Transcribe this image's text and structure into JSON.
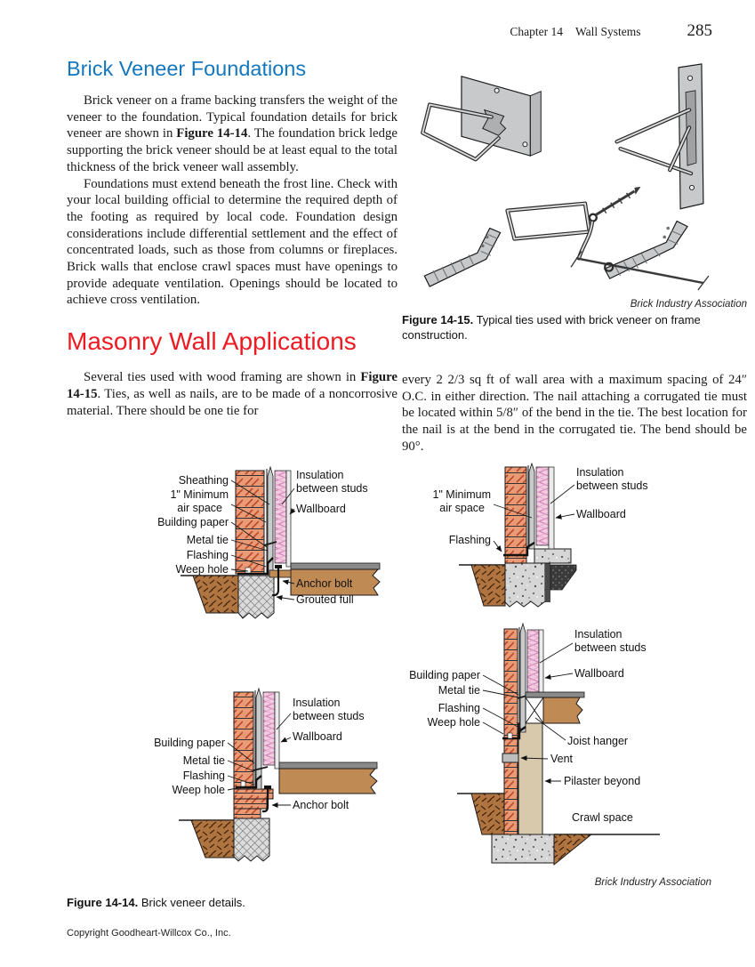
{
  "page": {
    "header": {
      "chapter": "Chapter 14",
      "section": "Wall Systems",
      "page_number": "285"
    },
    "copyright": "Copyright Goodheart-Willcox Co., Inc."
  },
  "colors": {
    "heading_blue": "#1477BE",
    "heading_red": "#EC1B23",
    "brick": "#E99B77",
    "brick_hatch": "#BE4A2A",
    "insulation_pink": "#F4CCE2",
    "insulation_line": "#D184B6",
    "wood": "#C08A55",
    "sheathing_gray": "#C9CACB",
    "concrete_gray": "#D6D6D6",
    "soil_brown": "#B07440",
    "pilaster_tan": "#D8C9AC"
  },
  "left_column": {
    "heading_blue": "Brick Veneer Foundations",
    "para1": {
      "pre": "Brick veneer on a frame backing transfers the weight of the veneer to the foundation. Typical foundation details for brick veneer are shown in ",
      "ref": "Figure 14-14",
      "post": ". The foundation brick ledge supporting the brick veneer should be at least equal to the total thickness of the brick veneer wall assembly."
    },
    "para2": "Foundations must extend beneath the frost line. Check with your local building official to determine the required depth of the footing as required by local code. Foundation design considerations include differential settlement and the effect of concentrated loads, such as those from columns or fireplaces. Brick walls that enclose crawl spaces must have openings to provide adequate ventilation. Openings should be located to achieve cross ventilation.",
    "heading_red": "Masonry Wall Applications",
    "para3": {
      "pre": "Several ties used with wood framing are shown in ",
      "ref": "Figure 14-15",
      "post": ". Ties, as well as nails, are to be made of a noncorrosive material. There should be one tie for"
    }
  },
  "right_column": {
    "para4": "every 2 2/3 sq ft of wall area with a maximum spacing of 24″ O.C. in either direction. The nail attaching a corrugated tie must be located within 5/8″ of the bend in the tie. The best location for the nail is at the bend in the corrugated tie. The bend should be 90°."
  },
  "figure14_15": {
    "credit": "Brick Industry Association",
    "caption_label": "Figure 14-15.",
    "caption_text": " Typical ties used with brick veneer on frame construction."
  },
  "figure14_14": {
    "credit": "Brick Industry Association",
    "caption_label": "Figure 14-14.",
    "caption_text": " Brick veneer details.",
    "d1": {
      "left": [
        "Sheathing",
        "1\" Minimum",
        "air space",
        "Building paper",
        "Metal tie",
        "Flashing",
        "Weep hole"
      ],
      "right": [
        "Insulation",
        "between studs",
        "Wallboard",
        "Anchor bolt",
        "Grouted full"
      ]
    },
    "d2": {
      "left": [
        "1\" Minimum",
        "air space",
        "Flashing"
      ],
      "right": [
        "Insulation",
        "between studs",
        "Wallboard"
      ]
    },
    "d3": {
      "left": [
        "Building paper",
        "Metal tie",
        "Flashing",
        "Weep hole"
      ],
      "right": [
        "Insulation",
        "between studs",
        "Wallboard",
        "Anchor bolt"
      ]
    },
    "d4": {
      "left": [
        "Building paper",
        "Metal tie",
        "Flashing",
        "Weep hole"
      ],
      "right": [
        "Insulation",
        "between studs",
        "Wallboard",
        "Joist hanger",
        "Vent",
        "Pilaster beyond",
        "Crawl space"
      ]
    }
  }
}
